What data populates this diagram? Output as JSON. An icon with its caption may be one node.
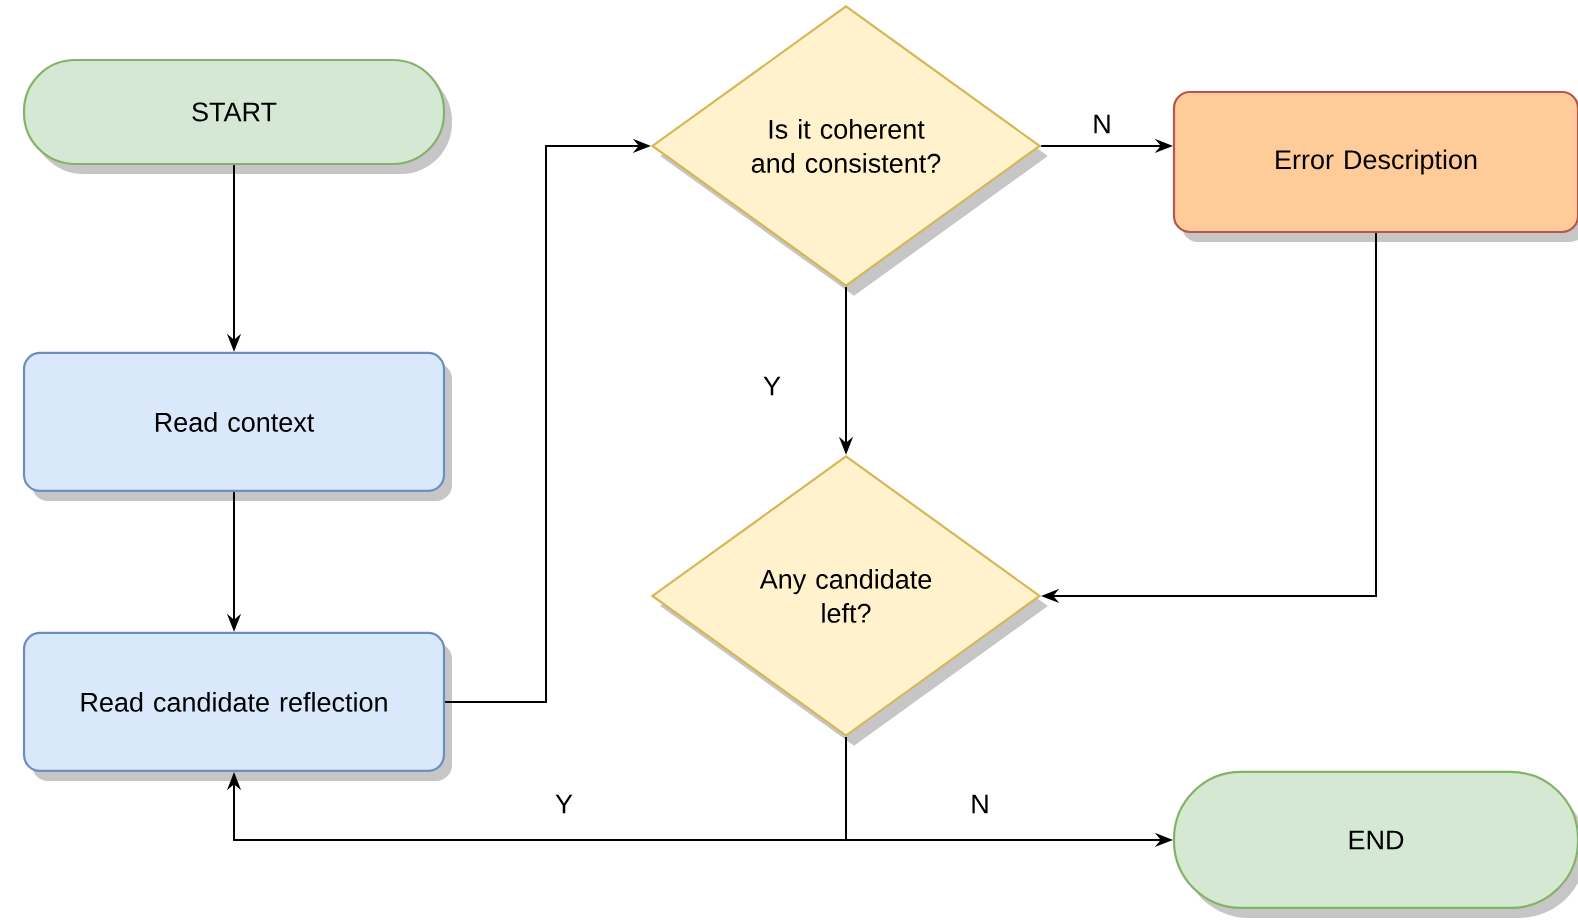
{
  "diagram": {
    "nodes": [
      {
        "text": [
          "START"
        ]
      },
      {
        "text": [
          "Read context"
        ]
      },
      {
        "text": [
          "Read candidate reflection"
        ]
      },
      {
        "text": [
          "Is it coherent and consistent?"
        ]
      },
      {
        "text": [
          "Error Description"
        ]
      },
      {
        "text": [
          "Any candidate left?"
        ]
      },
      {
        "text": [
          "END"
        ]
      }
    ],
    "edges": [
      {
        "from": 0,
        "to": 1,
        "arrow": "to"
      },
      {
        "from": 1,
        "to": 2,
        "arrow": "to"
      },
      {
        "from": 2,
        "to": 3,
        "arrow": "to"
      },
      {
        "from": 3,
        "to": 4,
        "arrow": "to",
        "label": "N"
      },
      {
        "from": 3,
        "to": 5,
        "arrow": "to",
        "label": "Y"
      },
      {
        "from": 4,
        "to": 5,
        "arrow": "to"
      },
      {
        "from": 5,
        "to": 2,
        "arrow": "to",
        "label": "Y"
      },
      {
        "from": 5,
        "to": 6,
        "arrow": "to",
        "label": "N"
      }
    ]
  }
}
